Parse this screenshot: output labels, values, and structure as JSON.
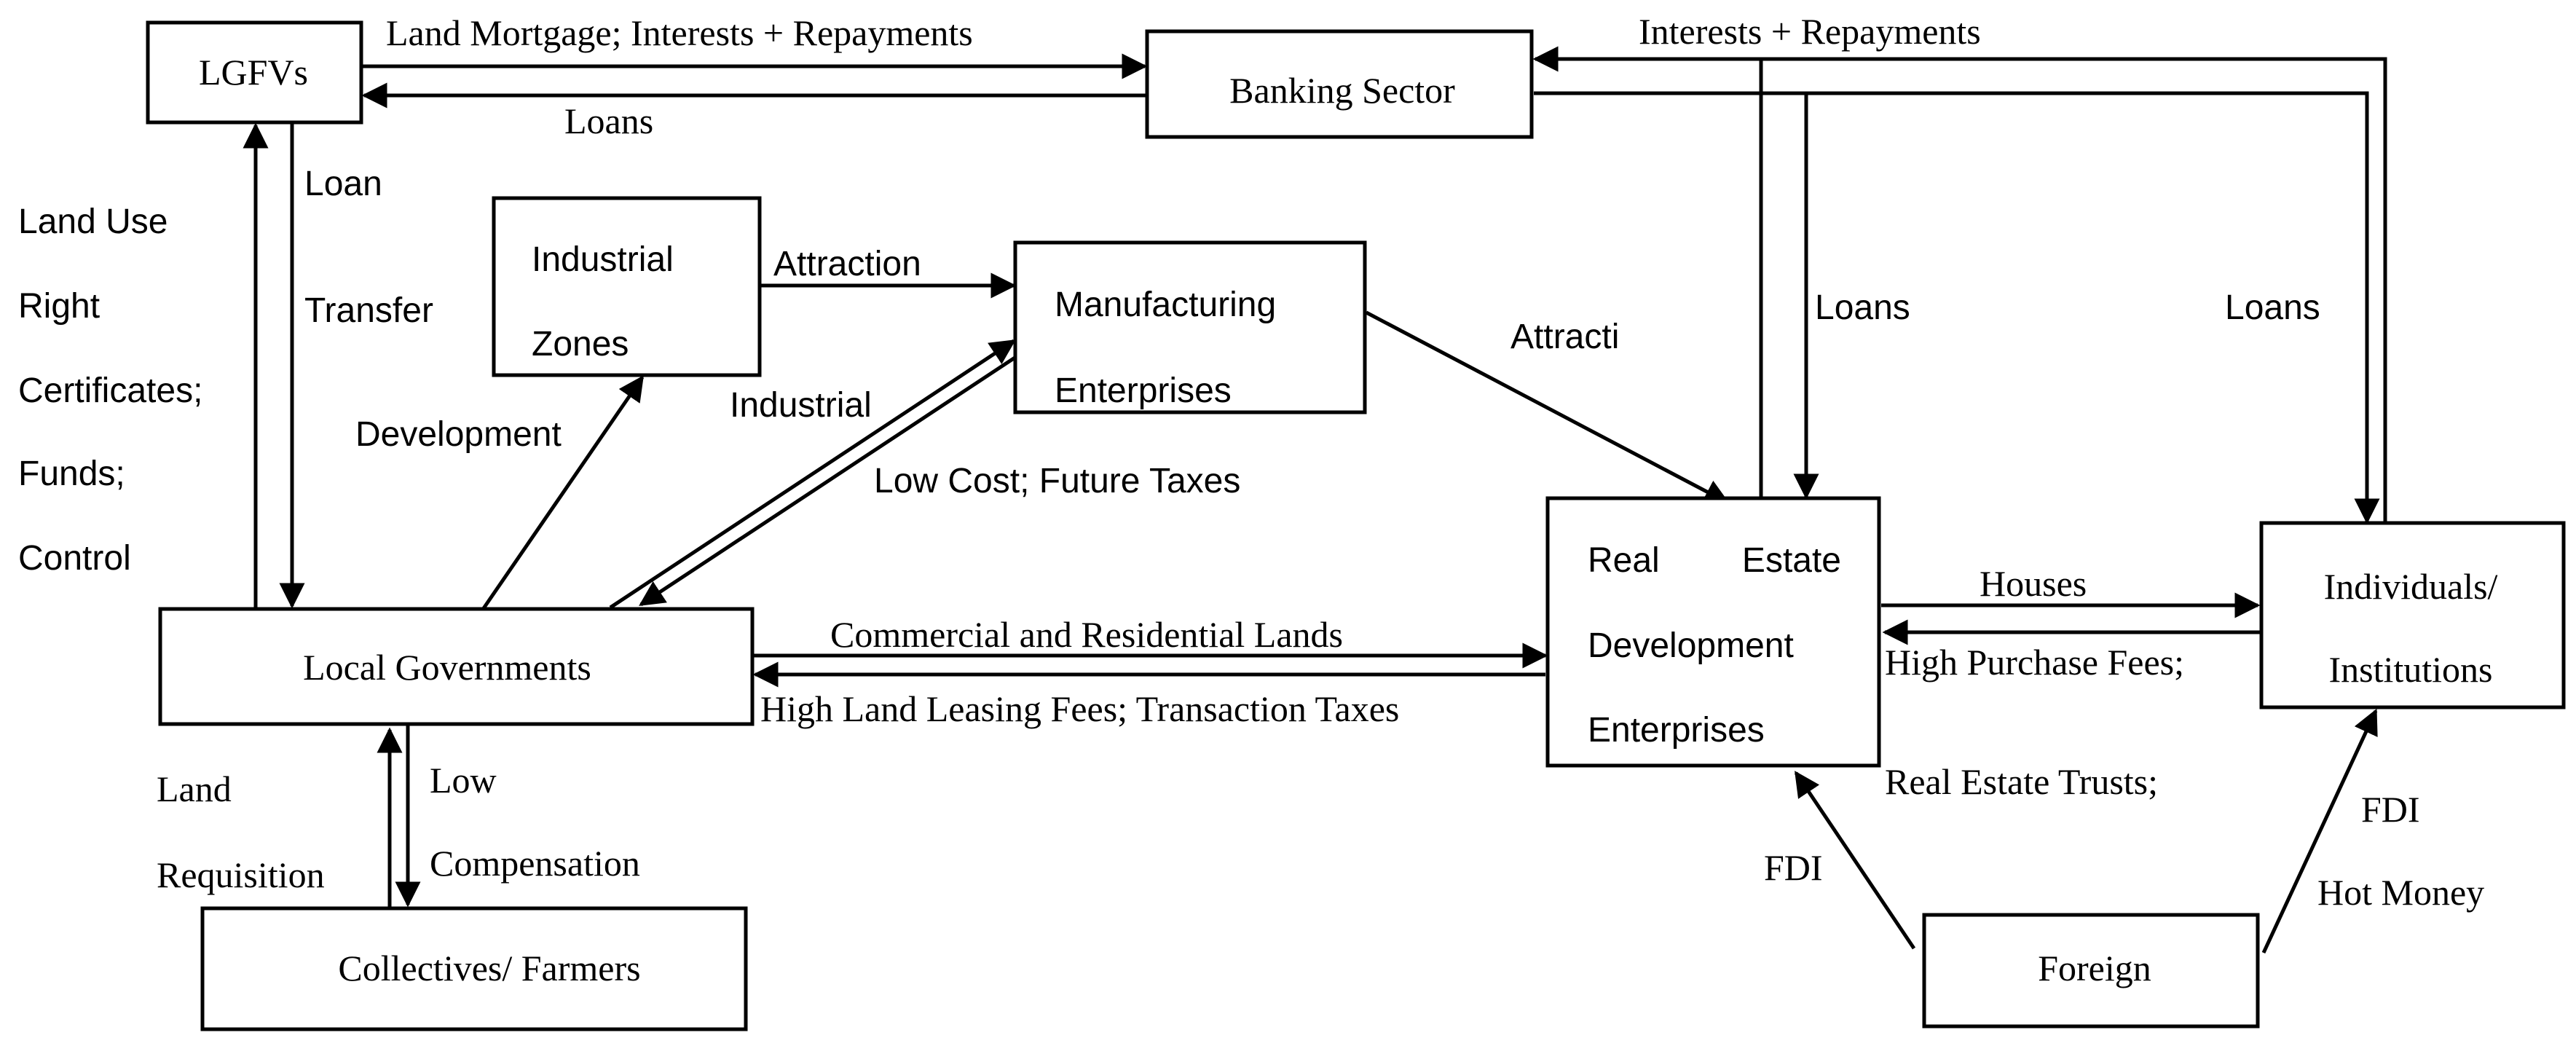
{
  "nodes": {
    "lgfvs": "LGFVs",
    "banking": "Banking Sector",
    "industrial_zones": [
      "Industrial",
      "Zones"
    ],
    "manufacturing": [
      "Manufacturing",
      "Enterprises"
    ],
    "local_gov": "Local Governments",
    "collectives": "Collectives/ Farmers",
    "real_estate": [
      "Real",
      "Estate",
      "Development",
      "Enterprises"
    ],
    "individuals": [
      "Individuals/",
      "Institutions"
    ],
    "foreign": "Foreign"
  },
  "labels": {
    "land_mortgage": "Land Mortgage; Interests + Repayments",
    "loans_top": "Loans",
    "interests_repayments": "Interests + Repayments",
    "loan_transfer": [
      "Loan",
      "Transfer"
    ],
    "land_use": [
      "Land Use",
      "Right",
      "Certificates;",
      "Funds;",
      "Control"
    ],
    "attraction": "Attraction",
    "industrial_development": [
      "Industrial",
      "Development"
    ],
    "low_cost": "Low Cost; Future Taxes",
    "attracti": "Attracti",
    "loans_re": "Loans",
    "loans_ind": "Loans",
    "commercial_lands": "Commercial and Residential Lands",
    "high_land_fees": "High Land Leasing Fees; Transaction Taxes",
    "houses": "Houses",
    "high_purchase": "High Purchase Fees;",
    "real_estate_trusts": "Real Estate Trusts;",
    "land_requisition": [
      "Land",
      "Requisition"
    ],
    "low_compensation": [
      "Low",
      "Compensation"
    ],
    "fdi_left": "FDI",
    "fdi_right": "FDI",
    "hot_money": "Hot Money"
  }
}
